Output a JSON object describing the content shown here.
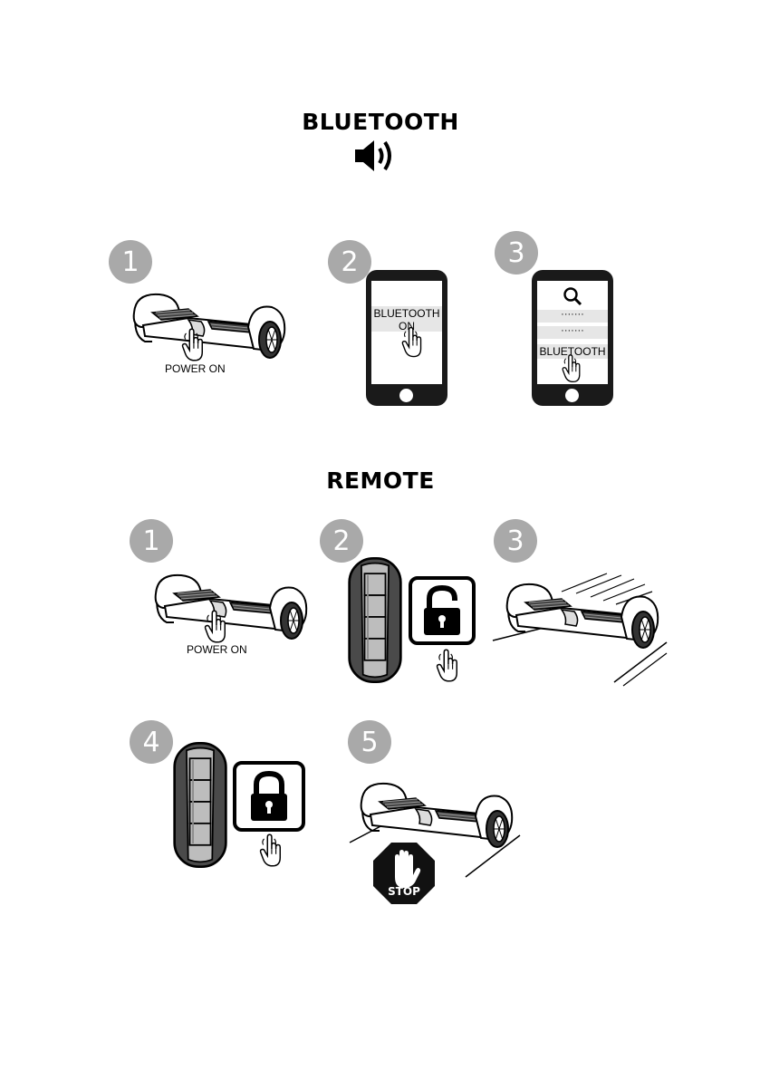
{
  "bluetooth": {
    "title": "BLUETOOTH",
    "icon": "speaker-icon",
    "steps": [
      {
        "number": "1",
        "label": "POWER ON"
      },
      {
        "number": "2",
        "screen_text_line1": "BLUETOOTH",
        "screen_text_line2": "ON"
      },
      {
        "number": "3",
        "search_icon": "search-icon",
        "list_items": [
          "·······",
          "·······"
        ],
        "selected_item": "BLUETOOTH"
      }
    ]
  },
  "remote": {
    "title": "REMOTE",
    "steps": [
      {
        "number": "1",
        "label": "POWER ON"
      },
      {
        "number": "2",
        "icon": "unlock-icon"
      },
      {
        "number": "3",
        "icon": "hoverboard-moving-icon"
      },
      {
        "number": "4",
        "icon": "lock-icon"
      },
      {
        "number": "5",
        "stop_label": "STOP"
      }
    ]
  },
  "colors": {
    "badge": "#a9a9a9",
    "phone": "#1a1a1a",
    "line": "#000000"
  }
}
